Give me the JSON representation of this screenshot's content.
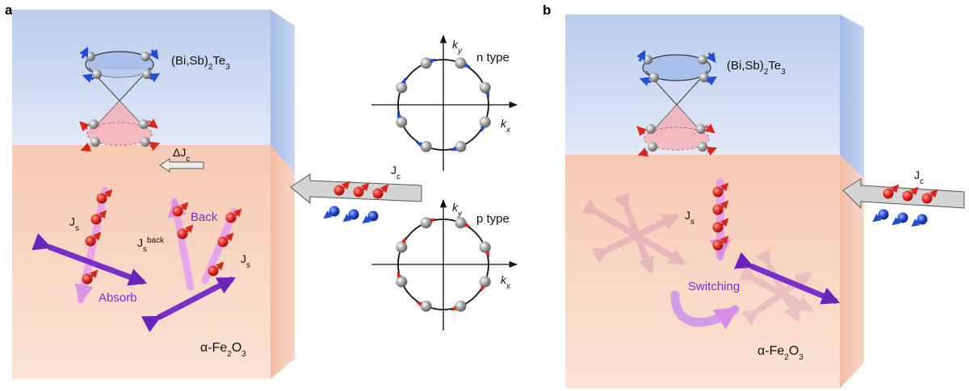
{
  "panels": {
    "a": {
      "letter": "a",
      "top_material": "(Bi,Sb)2Te3",
      "bottom_material": "α-Fe2O3",
      "delta_current": "ΔJc",
      "input_current": "Jc",
      "spin_current_left": "Js",
      "spin_current_back": "Jsback",
      "spin_current_right": "Js",
      "absorb": "Absorb",
      "back": "Back"
    },
    "b": {
      "letter": "b",
      "top_material": "(Bi,Sb)2Te3",
      "bottom_material": "α-Fe2O3",
      "input_current": "Jc",
      "spin_current": "Js",
      "switching": "Switching"
    }
  },
  "fermi_circles": {
    "n": {
      "type_label": "n type",
      "kx": "kx",
      "ky": "ky",
      "spin_color": "#1f4fd6"
    },
    "p": {
      "type_label": "p type",
      "kx": "kx",
      "ky": "ky",
      "spin_color": "#e0281c"
    }
  },
  "colors": {
    "ti_layer": "#c9d7ef",
    "afm_layer": "#f7d0bc",
    "spin_up": "#e0281c",
    "spin_down": "#2045c8",
    "current_arrow": "#c8c8c8",
    "neel_vector": "#7a2fc9",
    "spin_current": "#d98ce8"
  }
}
